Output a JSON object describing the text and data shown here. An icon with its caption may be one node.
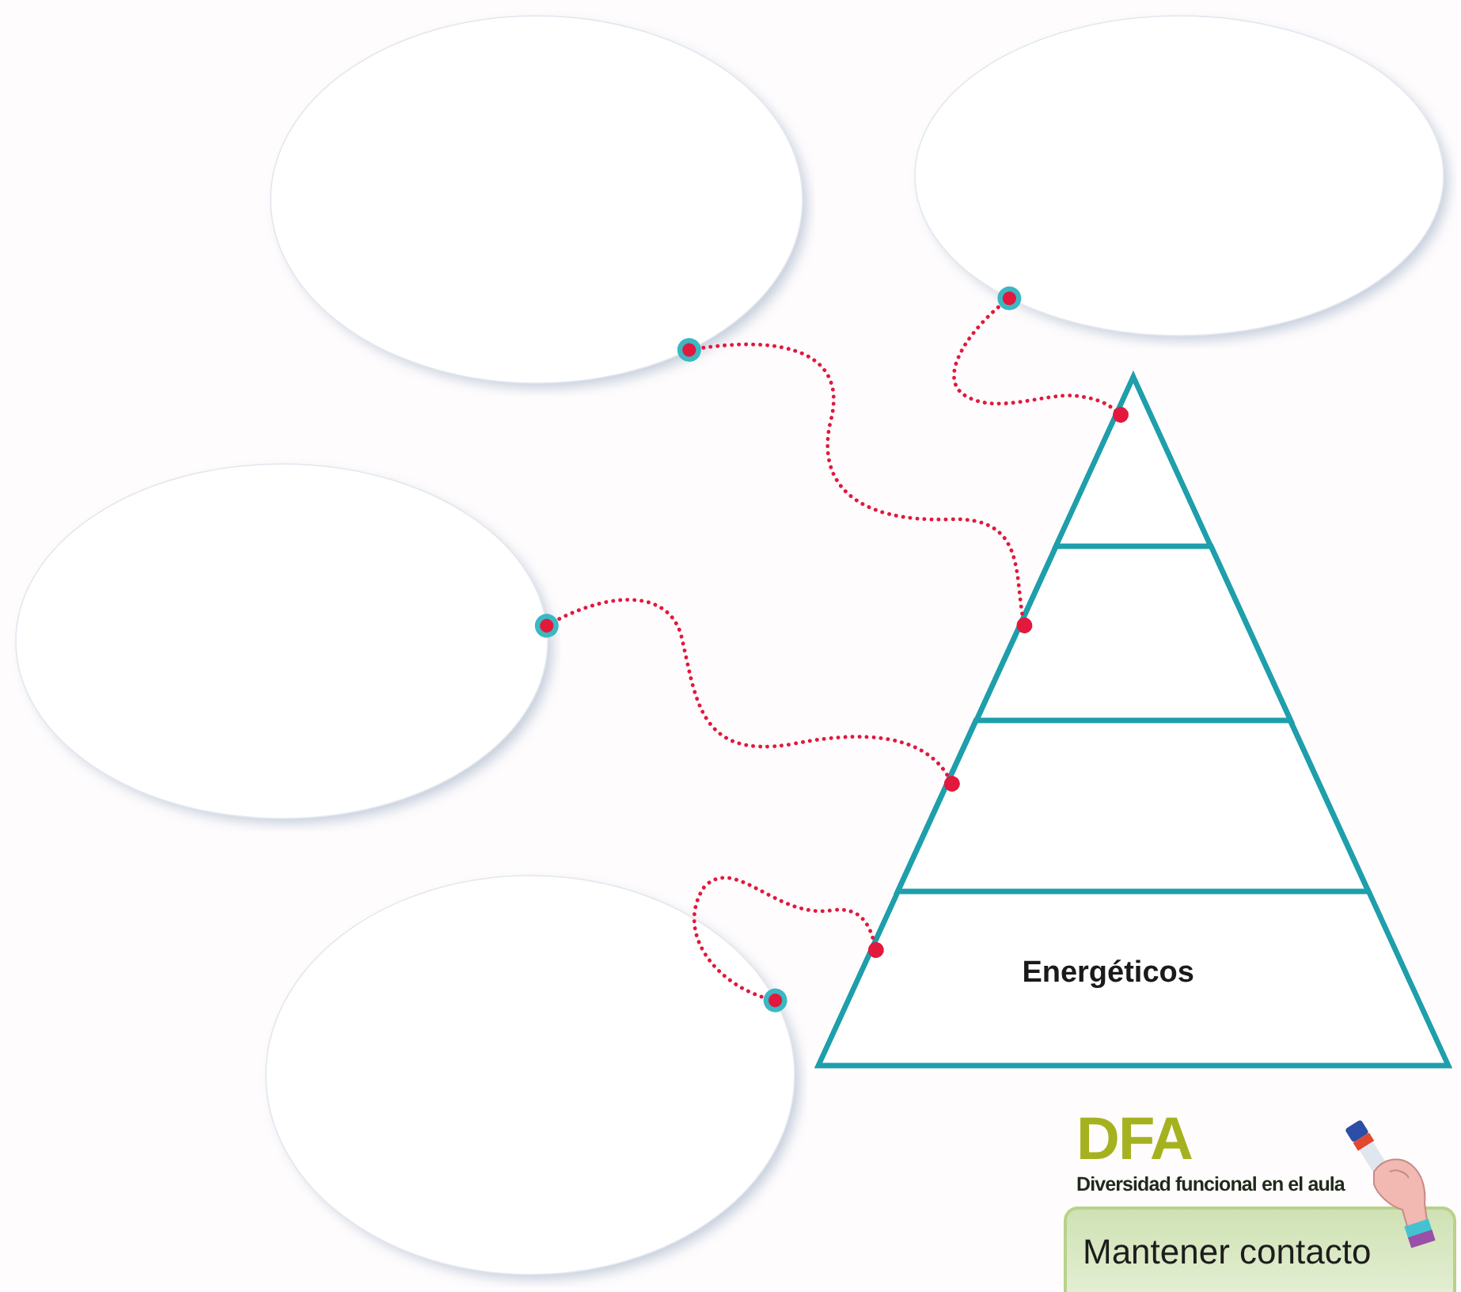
{
  "diagram": {
    "nodes": [
      {
        "text": [],
        "shape": "ellipse"
      },
      {
        "text": [],
        "shape": "ellipse"
      },
      {
        "text": [],
        "shape": "triangle"
      },
      {
        "text": [],
        "shape": "triangle",
        "in": 2
      },
      {
        "text": [],
        "shape": "trapezoid",
        "in": 2
      },
      {
        "text": [],
        "shape": "trapezoid",
        "in": 2
      },
      {
        "text": [
          "Energéticos"
        ],
        "in": 2
      },
      {
        "text": [],
        "shape": "ellipse"
      },
      {
        "text": [],
        "shape": "ellipse"
      },
      {
        "text": [
          "DFA",
          "Diversidad funcional en el aula",
          "Mantener contacto"
        ]
      }
    ],
    "edges": [
      {
        "from": 0,
        "to": 4,
        "arrow": "other"
      },
      {
        "from": 1,
        "to": 3,
        "arrow": "other"
      },
      {
        "from": 7,
        "to": 5,
        "arrow": "other"
      },
      {
        "from": 8,
        "to": 6,
        "arrow": "other"
      }
    ]
  }
}
